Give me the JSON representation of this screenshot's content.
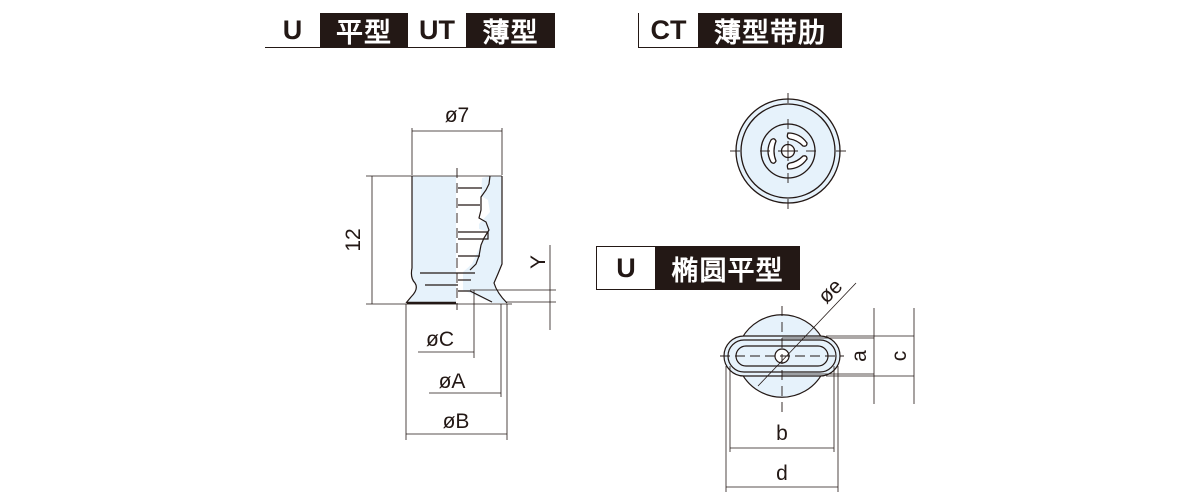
{
  "headers": {
    "u_flat": {
      "code": "U",
      "name": "平型"
    },
    "ut_thin": {
      "code": "UT",
      "name": "薄型"
    },
    "ct_thin_rib": {
      "code": "CT",
      "name": "薄型带肋"
    },
    "u_oval_flat": {
      "code": "U",
      "name": "椭圆平型"
    }
  },
  "side_view": {
    "diameter_label": "ø7",
    "height_label": "12",
    "y_label": "Y",
    "c_label": "øC",
    "a_label": "øA",
    "b_label": "øB"
  },
  "oval_view": {
    "e_label": "øe",
    "a_label": "a",
    "c_label": "c",
    "b_label": "b",
    "d_label": "d"
  },
  "colors": {
    "ink": "#231815",
    "fill": "#e6f2fb",
    "header_dark": "#231815"
  }
}
